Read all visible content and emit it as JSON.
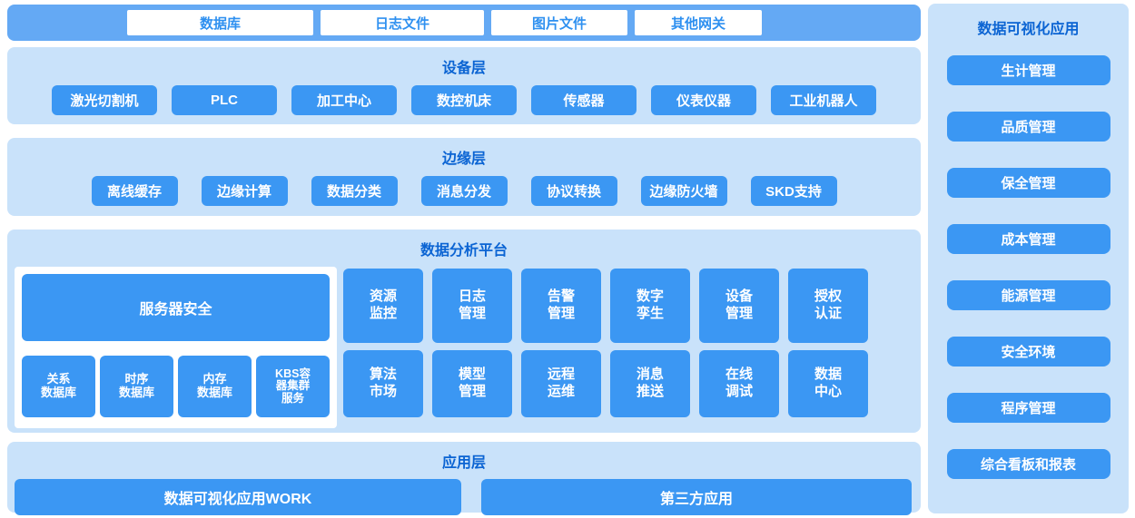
{
  "top_bar": {
    "items": [
      "数据库",
      "日志文件",
      "图片文件",
      "其他网关"
    ]
  },
  "device_layer": {
    "title": "设备层",
    "items": [
      "激光切割机",
      "PLC",
      "加工中心",
      "数控机床",
      "传感器",
      "仪表仪器",
      "工业机器人"
    ]
  },
  "edge_layer": {
    "title": "边缘层",
    "items": [
      "离线缓存",
      "边缘计算",
      "数据分类",
      "消息分发",
      "协议转换",
      "边缘防火墙",
      "SKD支持"
    ]
  },
  "platform": {
    "title": "数据分析平台",
    "server_security": "服务器安全",
    "databases": [
      "关系\n数据库",
      "时序\n数据库",
      "内存\n数据库",
      "KBS容\n器集群\n服务"
    ],
    "modules": [
      "资源\n监控",
      "日志\n管理",
      "告警\n管理",
      "数字\n孪生",
      "设备\n管理",
      "授权\n认证",
      "算法\n市场",
      "模型\n管理",
      "远程\n运维",
      "消息\n推送",
      "在线\n调试",
      "数据\n中心"
    ]
  },
  "app_layer": {
    "title": "应用层",
    "items": [
      "数据可视化应用WORK",
      "第三方应用"
    ]
  },
  "sidebar": {
    "title": "数据可视化应用",
    "items": [
      "生计管理",
      "品质管理",
      "保全管理",
      "成本管理",
      "能源管理",
      "安全环境",
      "程序管理",
      "综合看板和报表"
    ]
  },
  "colors": {
    "button_blue": "#3b97f3",
    "strip_blue": "#64a9f4",
    "panel_blue": "#c9e2fa",
    "title_blue": "#0b64d3",
    "box_text_blue": "#2e90f0"
  }
}
